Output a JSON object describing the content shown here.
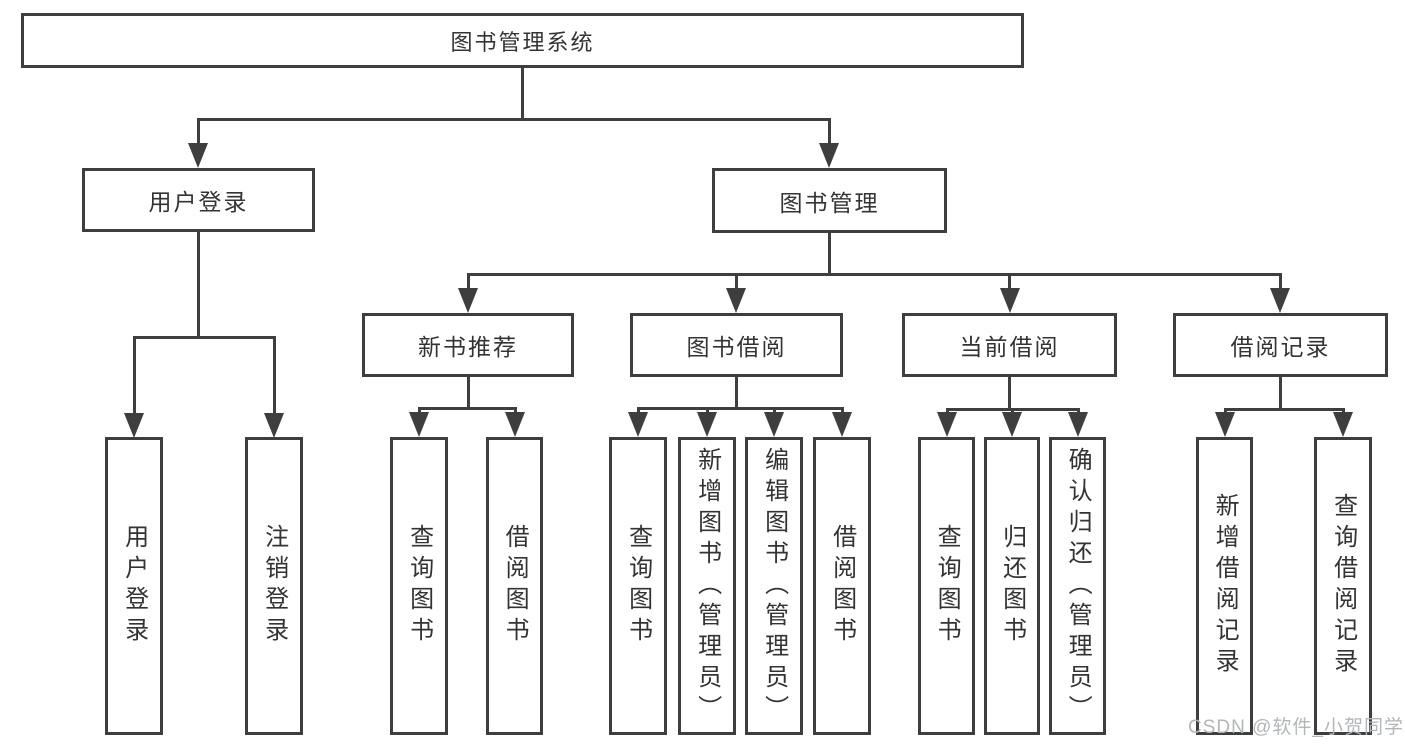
{
  "diagram_type": "tree",
  "watermark": "CSDN @软件_小贺同学",
  "colors": {
    "line": "#3e3e3e",
    "text": "#333333",
    "background": "#ffffff",
    "watermark": "#b2b6ba"
  },
  "tree": {
    "label": "图书管理系统",
    "children": [
      {
        "label": "用户登录",
        "children": [
          {
            "label": "用户登录"
          },
          {
            "label": "注销登录"
          }
        ]
      },
      {
        "label": "图书管理",
        "children": [
          {
            "label": "新书推荐",
            "children": [
              {
                "label": "查询图书"
              },
              {
                "label": "借阅图书"
              }
            ]
          },
          {
            "label": "图书借阅",
            "children": [
              {
                "label": "查询图书"
              },
              {
                "label": "新增图书（管理员）"
              },
              {
                "label": "编辑图书（管理员）"
              },
              {
                "label": "借阅图书"
              }
            ]
          },
          {
            "label": "当前借阅",
            "children": [
              {
                "label": "查询图书"
              },
              {
                "label": "归还图书"
              },
              {
                "label": "确认归还（管理员）"
              }
            ]
          },
          {
            "label": "借阅记录",
            "children": [
              {
                "label": "新增借阅记录"
              },
              {
                "label": "查询借阅记录"
              }
            ]
          }
        ]
      }
    ]
  }
}
